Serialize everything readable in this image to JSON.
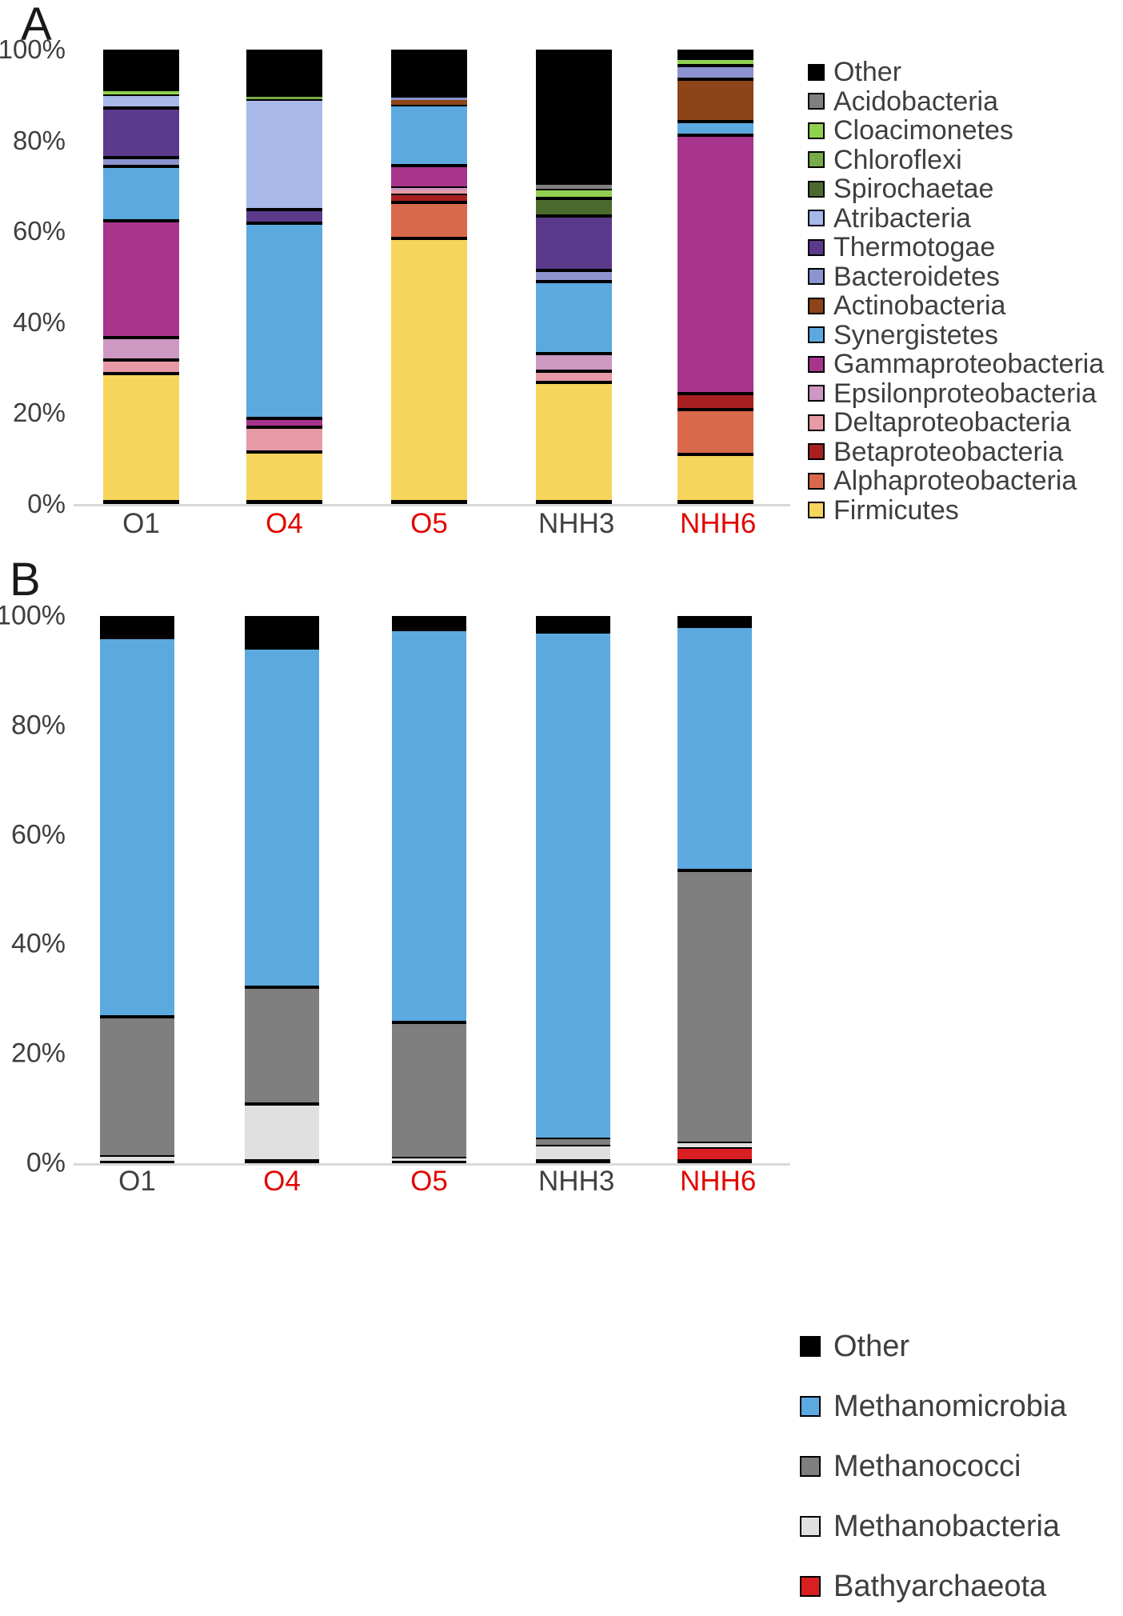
{
  "figure": {
    "panel_a_letter": "A",
    "panel_b_letter": "B"
  },
  "axis": {
    "yticks": [
      "100%",
      "80%",
      "60%",
      "40%",
      "20%",
      "0%"
    ],
    "ytick_values": [
      100,
      80,
      60,
      40,
      20,
      0
    ]
  },
  "samples": [
    {
      "label": "O1",
      "color": "#404040"
    },
    {
      "label": "O4",
      "color": "#e10600"
    },
    {
      "label": "O5",
      "color": "#e10600"
    },
    {
      "label": "NHH3",
      "color": "#404040"
    },
    {
      "label": "NHH6",
      "color": "#e10600"
    }
  ],
  "legend_a": [
    {
      "name": "Other",
      "color": "#000000"
    },
    {
      "name": "Acidobacteria",
      "color": "#808080"
    },
    {
      "name": "Cloacimonetes",
      "color": "#92d050"
    },
    {
      "name": "Chloroflexi",
      "color": "#76ab45"
    },
    {
      "name": "Spirochaetae",
      "color": "#4b6b2e"
    },
    {
      "name": "Atribacteria",
      "color": "#a8b8e8"
    },
    {
      "name": "Thermotogae",
      "color": "#5b3a8c"
    },
    {
      "name": "Bacteroidetes",
      "color": "#8c93cf"
    },
    {
      "name": "Actinobacteria",
      "color": "#8c4418"
    },
    {
      "name": "Synergistetes",
      "color": "#5ca9e0"
    },
    {
      "name": "Gammaproteobacteria",
      "color": "#a8358c"
    },
    {
      "name": "Epsilonproteobacteria",
      "color": "#cd98c1"
    },
    {
      "name": "Deltaproteobacteria",
      "color": "#e59aa5"
    },
    {
      "name": "Betaproteobacteria",
      "color": "#a81f20"
    },
    {
      "name": "Alphaproteobacteria",
      "color": "#d9694a"
    },
    {
      "name": "Firmicutes",
      "color": "#f5d55c"
    }
  ],
  "legend_b": [
    {
      "name": "Other",
      "color": "#000000"
    },
    {
      "name": "Methanomicrobia",
      "color": "#5ca9e0"
    },
    {
      "name": "Methanococci",
      "color": "#7f7f7f"
    },
    {
      "name": "Methanobacteria",
      "color": "#e0e0e0"
    },
    {
      "name": "Bathyarchaeota",
      "color": "#d91f22"
    }
  ],
  "chart_data": [
    {
      "type": "bar",
      "subplot": "A",
      "title": "",
      "xlabel": "",
      "ylabel": "",
      "ylim": [
        0,
        100
      ],
      "stacked": true,
      "grid": false,
      "legend_position": "right",
      "categories": [
        "O1",
        "O4",
        "O5",
        "NHH3",
        "NHH6"
      ],
      "series": [
        {
          "name": "Firmicutes",
          "color": "#f5d55c",
          "values": [
            28.5,
            11.0,
            58.5,
            26.5,
            10.5
          ]
        },
        {
          "name": "Alphaproteobacteria",
          "color": "#d9694a",
          "values": [
            0.0,
            0.0,
            8.0,
            0.0,
            10.0
          ]
        },
        {
          "name": "Betaproteobacteria",
          "color": "#a81f20",
          "values": [
            0.0,
            0.0,
            2.0,
            0.0,
            3.5
          ]
        },
        {
          "name": "Deltaproteobacteria",
          "color": "#e59aa5",
          "values": [
            3.0,
            5.5,
            0.8,
            2.5,
            0.0
          ]
        },
        {
          "name": "Epsilonproteobacteria",
          "color": "#cd98c1",
          "values": [
            5.0,
            0.0,
            0.5,
            4.0,
            0.0
          ]
        },
        {
          "name": "Gammaproteobacteria",
          "color": "#a8358c",
          "values": [
            26.0,
            2.0,
            5.0,
            0.0,
            57.5
          ]
        },
        {
          "name": "Synergistetes",
          "color": "#5ca9e0",
          "values": [
            12.0,
            43.5,
            13.5,
            16.0,
            3.0
          ]
        },
        {
          "name": "Actinobacteria",
          "color": "#8c4418",
          "values": [
            0.0,
            0.0,
            1.0,
            0.0,
            9.5
          ]
        },
        {
          "name": "Bacteroidetes",
          "color": "#8c93cf",
          "values": [
            2.0,
            0.0,
            0.5,
            2.5,
            3.0
          ]
        },
        {
          "name": "Thermotogae",
          "color": "#5b3a8c",
          "values": [
            11.0,
            3.0,
            0.0,
            12.0,
            0.0
          ]
        },
        {
          "name": "Atribacteria",
          "color": "#a8b8e8",
          "values": [
            3.0,
            24.5,
            0.0,
            0.0,
            0.0
          ]
        },
        {
          "name": "Spirochaetae",
          "color": "#4b6b2e",
          "values": [
            0.0,
            0.0,
            0.0,
            4.0,
            0.0
          ]
        },
        {
          "name": "Chloroflexi",
          "color": "#76ab45",
          "values": [
            0.0,
            0.5,
            0.0,
            0.0,
            0.0
          ]
        },
        {
          "name": "Cloacimonetes",
          "color": "#92d050",
          "values": [
            0.8,
            0.0,
            0.0,
            2.0,
            1.5
          ]
        },
        {
          "name": "Acidobacteria",
          "color": "#808080",
          "values": [
            0.0,
            0.0,
            0.0,
            1.0,
            0.0
          ]
        },
        {
          "name": "Other",
          "color": "#000000",
          "values": [
            8.7,
            10.0,
            10.2,
            29.5,
            1.5
          ]
        }
      ]
    },
    {
      "type": "bar",
      "subplot": "B",
      "title": "",
      "xlabel": "",
      "ylabel": "",
      "ylim": [
        0,
        100
      ],
      "stacked": true,
      "grid": false,
      "legend_position": "right",
      "categories": [
        "O1",
        "O4",
        "O5",
        "NHH3",
        "NHH6"
      ],
      "series": [
        {
          "name": "Bathyarchaeota",
          "color": "#d91f22",
          "values": [
            0.0,
            0.0,
            0.0,
            0.0,
            2.5
          ]
        },
        {
          "name": "Methanobacteria",
          "color": "#e0e0e0",
          "values": [
            0.7,
            10.5,
            0.5,
            3.0,
            0.8
          ]
        },
        {
          "name": "Methanococci",
          "color": "#7f7f7f",
          "values": [
            25.8,
            21.5,
            25.0,
            1.0,
            50.2
          ]
        },
        {
          "name": "Methanomicrobia",
          "color": "#5ca9e0",
          "values": [
            70.0,
            62.5,
            72.5,
            93.5,
            45.0
          ]
        },
        {
          "name": "Other",
          "color": "#000000",
          "values": [
            3.5,
            5.5,
            2.0,
            2.5,
            1.5
          ]
        }
      ]
    }
  ]
}
